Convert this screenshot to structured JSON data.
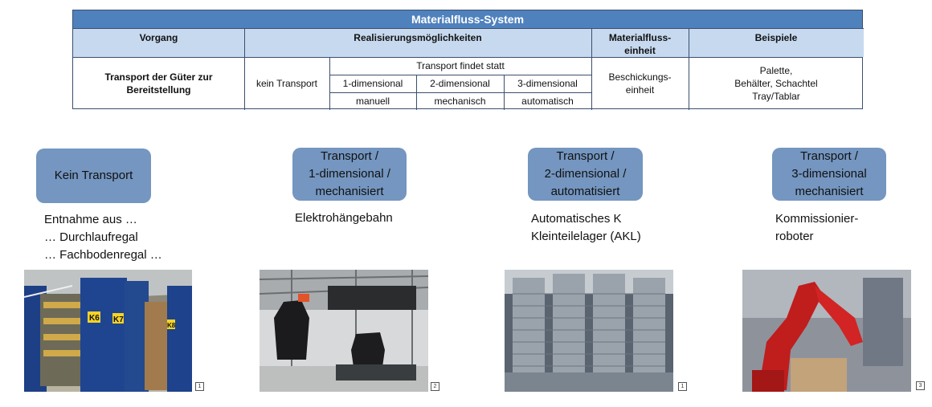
{
  "table": {
    "title": "Materialfluss-System",
    "headers": {
      "vorgang": "Vorgang",
      "realisierung": "Realisierungsmöglichkeiten",
      "einheit": "Materialfluss-\neinheit",
      "beispiele": "Beispiele"
    },
    "row": {
      "vorgang": "Transport der Güter zur\nBereitstellung",
      "kein_transport": "kein Transport",
      "transport_findet_statt": "Transport findet statt",
      "dim1": "1-dimensional",
      "dim2": "2-dimensional",
      "dim3": "3-dimensional",
      "manuell": "manuell",
      "mechanisch": "mechanisch",
      "automatisch": "automatisch",
      "einheit": "Beschickungs-\neinheit",
      "beispiele": "Palette,\nBehälter, Schachtel\nTray/Tablar"
    }
  },
  "columns": [
    {
      "pill": "Kein Transport",
      "desc": "Entnahme aus …\n… Durchlaufregal\n… Fachbodenregal …",
      "ref": "1"
    },
    {
      "pill": "Transport /\n1-dimensional /\nmechanisiert",
      "desc": "Elektrohängebahn",
      "ref": "2"
    },
    {
      "pill": "Transport /\n2-dimensional /\nautomatisiert",
      "desc": "Automatisches K\nKleinteilelager (AKL)",
      "ref": "1"
    },
    {
      "pill": "Transport /\n3-dimensional\nmechanisiert",
      "desc": "Kommissionier-\nroboter",
      "ref": "3"
    }
  ],
  "photo_labels": [
    "K6",
    "K7",
    "K8"
  ],
  "colors": {
    "title_bg": "#4f81bd",
    "header_bg": "#c6d9ef",
    "pill_bg": "#7496c0"
  }
}
